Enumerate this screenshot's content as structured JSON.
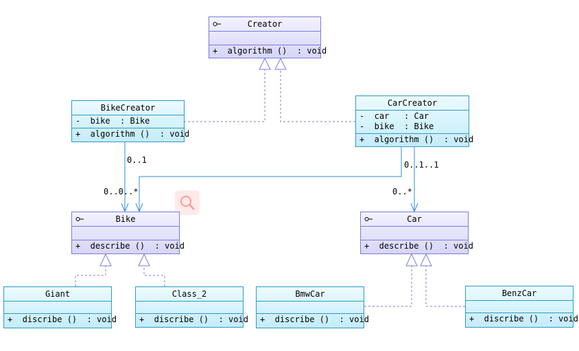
{
  "classes": {
    "creator": {
      "name": "Creator",
      "attrs": [],
      "ops": [
        "+  algorithm ()  : void"
      ]
    },
    "bike_creator": {
      "name": "BikeCreator",
      "attrs": [
        "-  bike  : Bike"
      ],
      "ops": [
        "+  algorithm ()  : void"
      ]
    },
    "car_creator": {
      "name": "CarCreator",
      "attrs": [
        "-  car   : Car",
        "-  bike  : Bike"
      ],
      "ops": [
        "+  algorithm ()  : void"
      ]
    },
    "bike": {
      "name": "Bike",
      "attrs": [],
      "ops": [
        "+  describe ()  : void"
      ]
    },
    "car": {
      "name": "Car",
      "attrs": [],
      "ops": [
        "+  describe ()  : void"
      ]
    },
    "giant": {
      "name": "Giant",
      "attrs": [],
      "ops": [
        "+  discribe ()  : void"
      ]
    },
    "class_2": {
      "name": "Class_2",
      "attrs": [],
      "ops": [
        "+  discribe ()  : void"
      ]
    },
    "bmw_car": {
      "name": "BmwCar",
      "attrs": [],
      "ops": [
        "+  discribe ()  : void"
      ]
    },
    "benz_car": {
      "name": "BenzCar",
      "attrs": [],
      "ops": [
        "+  discribe ()  : void"
      ]
    }
  },
  "multiplicities": {
    "bikecreator_source": "0..1",
    "bike_target": "0..0..*",
    "carcreator_source": "0..1..1",
    "car_target": "0..*"
  },
  "colors": {
    "interface_border": "#7b7bd9",
    "class_border": "#2a9ac9",
    "realization_line": "#7b7bd9",
    "association_line": "#2a8fd8"
  },
  "icons": [
    "interface-icon",
    "magnifier-icon"
  ]
}
